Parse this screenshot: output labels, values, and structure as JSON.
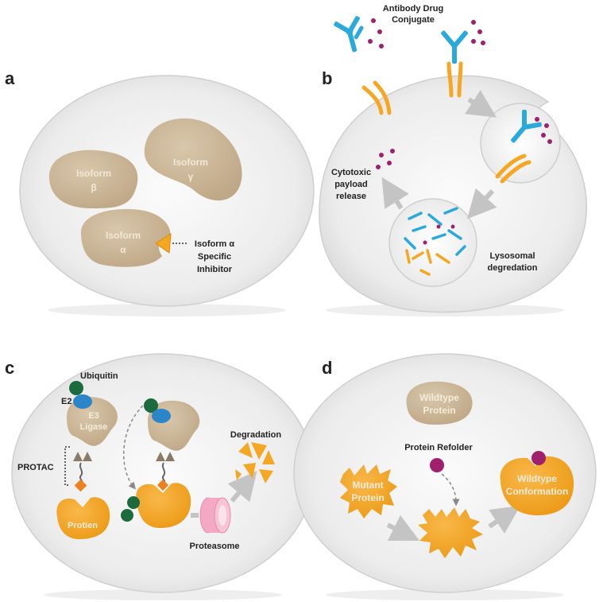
{
  "panels": {
    "a": {
      "letter": "a",
      "isoform_beta": [
        "Isoform",
        "β"
      ],
      "isoform_gamma": [
        "Isoform",
        "γ"
      ],
      "isoform_alpha": [
        "Isoform",
        "α"
      ],
      "inhibitor": [
        "Isoform α",
        "Specific",
        "Inhibitor"
      ]
    },
    "b": {
      "letter": "b",
      "adc": [
        "Antibody Drug",
        "Conjugate"
      ],
      "payload": [
        "Cytotoxic",
        "payload",
        "release"
      ],
      "lysosomal": [
        "Lysosomal",
        "degredation"
      ]
    },
    "c": {
      "letter": "c",
      "ubiquitin": "Ubiquitin",
      "e2": "E2",
      "e3": [
        "E3",
        "Ligase"
      ],
      "protac": "PROTAC",
      "protien": "Protien",
      "degradation": "Degradation",
      "proteasome": "Proteasome"
    },
    "d": {
      "letter": "d",
      "wildtype": [
        "Wildtype",
        "Protein"
      ],
      "refolder": "Protein Refolder",
      "mutant": [
        "Mutant",
        "Protein"
      ],
      "conformation": [
        "Wildtype",
        "Conformation"
      ]
    }
  },
  "colors": {
    "cell_fill": "#e9e9e9",
    "cell_stroke": "#c9c9c9",
    "protein_tan": "#cbb79a",
    "orange": "#f5a623",
    "antibody_blue": "#29a9dc",
    "payload_purple": "#a0206e",
    "ubiquitin_green": "#1b6b3e",
    "e2_blue": "#2a86c8",
    "proteasome_pink": "#f3a9c3",
    "arrow_gray": "#c4c4c4"
  }
}
